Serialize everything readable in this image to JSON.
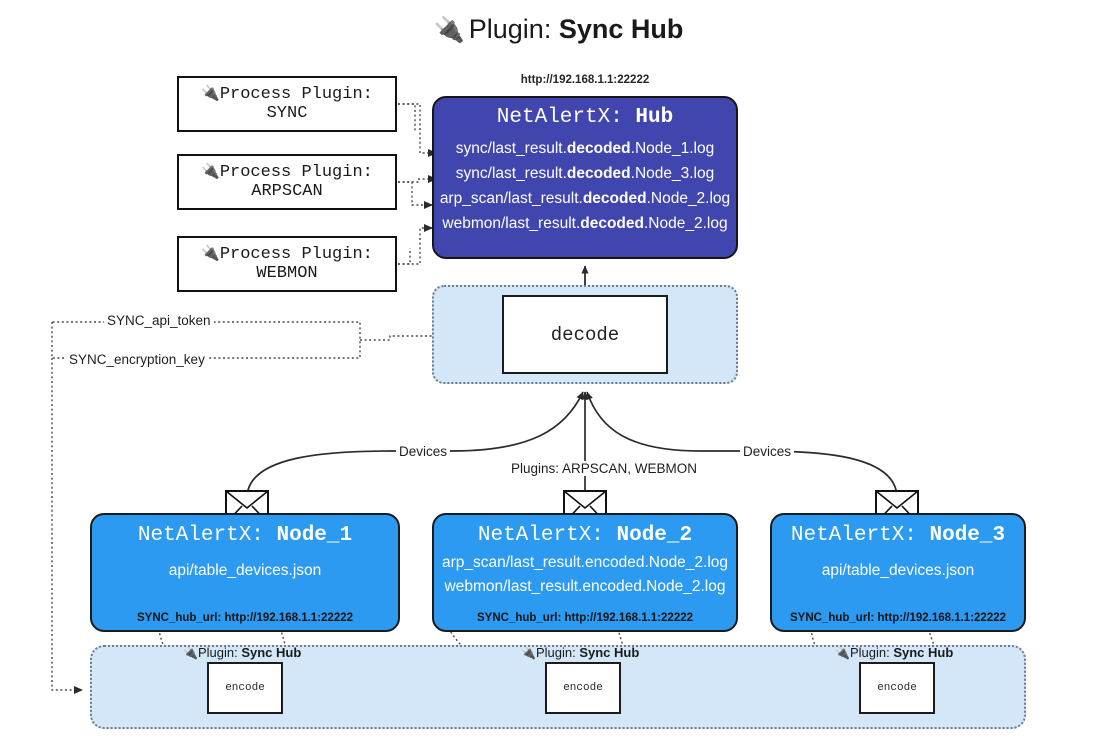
{
  "title": {
    "icon": "plug-icon",
    "prefix": "Plugin: ",
    "name": "Sync Hub"
  },
  "process_plugins": [
    {
      "icon": "plug-icon",
      "line1": "Process Plugin:",
      "line2": "SYNC"
    },
    {
      "icon": "plug-icon",
      "line1": "Process Plugin:",
      "line2": "ARPSCAN"
    },
    {
      "icon": "plug-icon",
      "line1": "Process Plugin:",
      "line2": "WEBMON"
    }
  ],
  "hub": {
    "url": "http://192.168.1.1:22222",
    "title_prefix": "NetAlertX: ",
    "title_name": "Hub",
    "fill_color": "#4046ad",
    "logs": [
      {
        "pre": "sync/last_result.",
        "mid": "decoded",
        "post": ".Node_1.log"
      },
      {
        "pre": "sync/last_result.",
        "mid": "decoded",
        "post": ".Node_3.log"
      },
      {
        "pre": "arp_scan/last_result.",
        "mid": "decoded",
        "post": ".Node_2.log"
      },
      {
        "pre": "webmon/last_result.",
        "mid": "decoded",
        "post": ".Node_2.log"
      }
    ]
  },
  "decode": {
    "label": "decode",
    "container_color": "#d4e7f8"
  },
  "nodes": [
    {
      "title_prefix": "NetAlertX: ",
      "title_name": "Node_1",
      "lines": [
        "api/table_devices.json"
      ],
      "hub_url_label": "SYNC_hub_url: http://192.168.1.1:22222",
      "fill_color": "#2b9af0",
      "icon": "envelope-icon"
    },
    {
      "title_prefix": "NetAlertX: ",
      "title_name": "Node_2",
      "lines": [
        "arp_scan/last_result.encoded.Node_2.log",
        "webmon/last_result.encoded.Node_2.log"
      ],
      "hub_url_label": "SYNC_hub_url: http://192.168.1.1:22222",
      "fill_color": "#2b9af0",
      "icon": "envelope-icon"
    },
    {
      "title_prefix": "NetAlertX: ",
      "title_name": "Node_3",
      "lines": [
        "api/table_devices.json"
      ],
      "hub_url_label": "SYNC_hub_url: http://192.168.1.1:22222",
      "fill_color": "#2b9af0",
      "icon": "envelope-icon"
    }
  ],
  "encode_sections": [
    {
      "plugin_prefix": "Plugin: ",
      "plugin_name": "Sync Hub",
      "box_label": "encode",
      "icon": "plug-icon"
    },
    {
      "plugin_prefix": "Plugin: ",
      "plugin_name": "Sync Hub",
      "box_label": "encode",
      "icon": "plug-icon"
    },
    {
      "plugin_prefix": "Plugin: ",
      "plugin_name": "Sync Hub",
      "box_label": "encode",
      "icon": "plug-icon"
    }
  ],
  "edge_labels": {
    "api_token": "SYNC_api_token",
    "encryption_key": "SYNC_encryption_key",
    "devices_left": "Devices",
    "devices_right": "Devices",
    "plugins_center": "Plugins: ARPSCAN, WEBMON"
  }
}
